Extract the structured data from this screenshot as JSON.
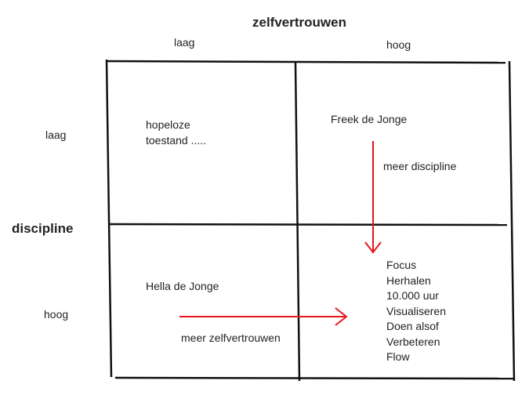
{
  "column_axis": {
    "title": "zelfvertrouwen",
    "levels": [
      "laag",
      "hoog"
    ]
  },
  "row_axis": {
    "title": "discipline",
    "levels": [
      "laag",
      "hoog"
    ]
  },
  "cells": {
    "low_low": [
      "hopeloze",
      "toestand ....."
    ],
    "low_high": [
      "Freek de Jonge"
    ],
    "high_low": [
      "Hella de Jonge"
    ],
    "high_high": [
      "Focus",
      "Herhalen",
      "10.000 uur",
      "Visualiseren",
      "Doen alsof",
      "Verbeteren",
      "Flow"
    ]
  },
  "arrows": {
    "down_label": "meer discipline",
    "right_label": "meer zelfvertrouwen"
  },
  "colors": {
    "grid": "#111111",
    "arrow": "#e8141c",
    "text": "#222222"
  }
}
